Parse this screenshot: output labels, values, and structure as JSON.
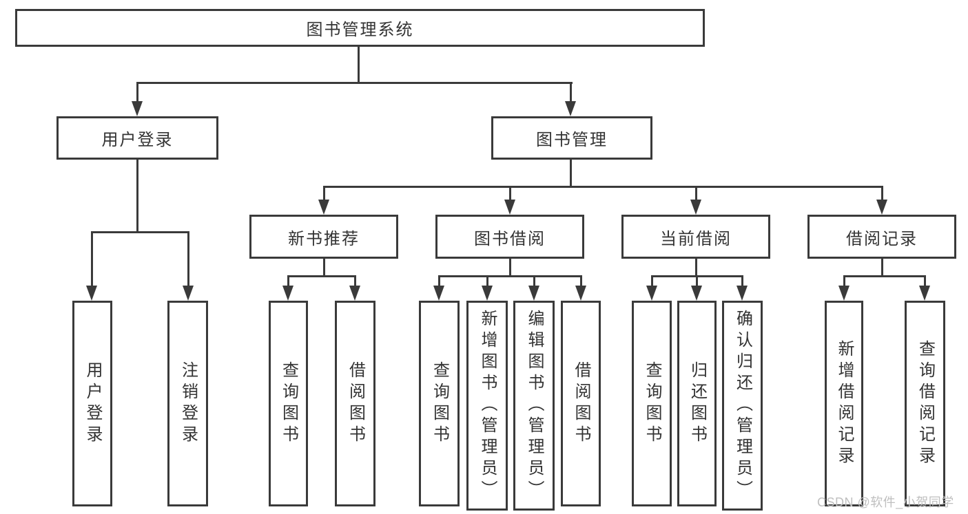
{
  "diagram": {
    "title": "图书管理系统",
    "branches": [
      {
        "label": "用户登录",
        "children": [
          {
            "label": "用户登录"
          },
          {
            "label": "注销登录"
          }
        ]
      },
      {
        "label": "图书管理",
        "groups": [
          {
            "label": "新书推荐",
            "children": [
              {
                "label": "查询图书"
              },
              {
                "label": "借阅图书"
              }
            ]
          },
          {
            "label": "图书借阅",
            "children": [
              {
                "label": "查询图书"
              },
              {
                "label": "新增图书（管理员）"
              },
              {
                "label": "编辑图书（管理员）"
              },
              {
                "label": "借阅图书"
              }
            ]
          },
          {
            "label": "当前借阅",
            "children": [
              {
                "label": "查询图书"
              },
              {
                "label": "归还图书"
              },
              {
                "label": "确认归还（管理员）"
              }
            ]
          },
          {
            "label": "借阅记录",
            "children": [
              {
                "label": "新增借阅记录"
              },
              {
                "label": "查询借阅记录"
              }
            ]
          }
        ]
      }
    ]
  },
  "watermark": "CSDN @软件_小贺同学",
  "colors": {
    "line": "#3a3a3a",
    "text": "#333333",
    "background": "#ffffff",
    "watermark": "#bfbfbf"
  }
}
